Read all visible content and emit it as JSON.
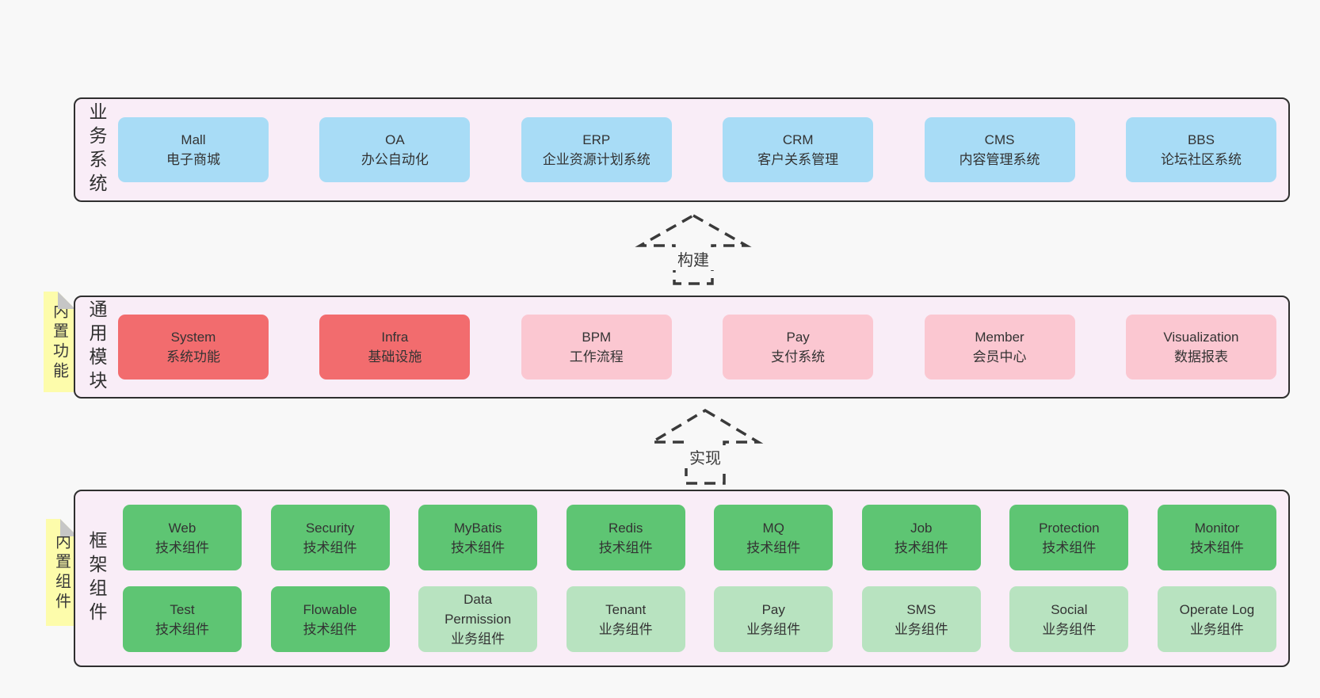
{
  "colors": {
    "page_bg": "#f8f8f8",
    "layer_bg": "#f9edf7",
    "layer_border": "#2f2f2f",
    "box_blue": "#a8dcf6",
    "box_red": "#f26c6e",
    "box_pink": "#fbc7d1",
    "box_green": "#5ec573",
    "box_green_light": "#b8e3c0",
    "sticky_yellow": "#fdfcab",
    "sticky_fold_gray": "#c6c6c6",
    "text": "#333333"
  },
  "arrows": [
    {
      "label": "构建"
    },
    {
      "label": "实现"
    }
  ],
  "layers": [
    {
      "id": "business-systems",
      "label": "业务系统",
      "boxes": [
        {
          "en": "Mall",
          "zh": "电子商城"
        },
        {
          "en": "OA",
          "zh": "办公自动化"
        },
        {
          "en": "ERP",
          "zh": "企业资源计划系统"
        },
        {
          "en": "CRM",
          "zh": "客户关系管理"
        },
        {
          "en": "CMS",
          "zh": "内容管理系统"
        },
        {
          "en": "BBS",
          "zh": "论坛社区系统"
        }
      ]
    },
    {
      "id": "common-modules",
      "label": "通用模块",
      "sticky": "内置功能",
      "boxes": [
        {
          "en": "System",
          "zh": "系统功能"
        },
        {
          "en": "Infra",
          "zh": "基础设施"
        },
        {
          "en": "BPM",
          "zh": "工作流程"
        },
        {
          "en": "Pay",
          "zh": "支付系统"
        },
        {
          "en": "Member",
          "zh": "会员中心"
        },
        {
          "en": "Visualization",
          "zh": "数据报表"
        }
      ]
    },
    {
      "id": "framework-components",
      "label": "框架组件",
      "sticky": "内置组件",
      "rows": [
        [
          {
            "en": "Web",
            "zh": "技术组件"
          },
          {
            "en": "Security",
            "zh": "技术组件"
          },
          {
            "en": "MyBatis",
            "zh": "技术组件"
          },
          {
            "en": "Redis",
            "zh": "技术组件"
          },
          {
            "en": "MQ",
            "zh": "技术组件"
          },
          {
            "en": "Job",
            "zh": "技术组件"
          },
          {
            "en": "Protection",
            "zh": "技术组件"
          },
          {
            "en": "Monitor",
            "zh": "技术组件"
          }
        ],
        [
          {
            "en": "Test",
            "zh": "技术组件"
          },
          {
            "en": "Flowable",
            "zh": "技术组件"
          },
          {
            "en": "Data Permission",
            "zh": "业务组件"
          },
          {
            "en": "Tenant",
            "zh": "业务组件"
          },
          {
            "en": "Pay",
            "zh": "业务组件"
          },
          {
            "en": "SMS",
            "zh": "业务组件"
          },
          {
            "en": "Social",
            "zh": "业务组件"
          },
          {
            "en": "Operate Log",
            "zh": "业务组件"
          }
        ]
      ]
    }
  ]
}
